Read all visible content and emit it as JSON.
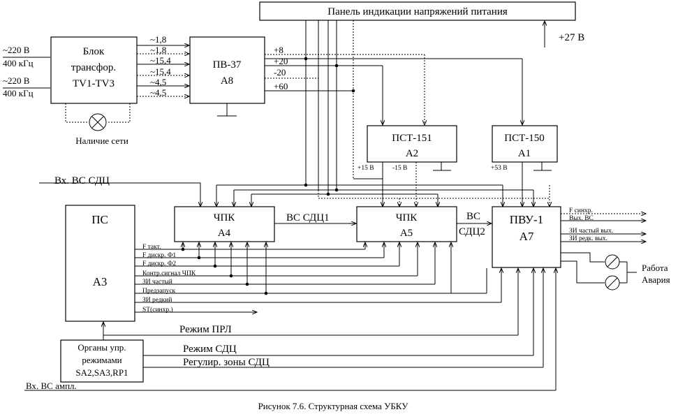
{
  "panel": {
    "title": "Панель индикации напряжений питания",
    "plus27": "+27 В"
  },
  "inputs": {
    "in1_v": "~220 В",
    "in1_f": "400 кГц",
    "in2_v": "~220 В",
    "in2_f": "400 кГц"
  },
  "transformer": {
    "l1": "Блок",
    "l2": "трансфор.",
    "l3": "TV1-TV3"
  },
  "lamp_label": "Наличие сети",
  "tv_outputs": [
    "~1,8",
    "~1,8",
    "~15,4",
    "~15,4",
    "~4,5",
    "~4,5"
  ],
  "pv37": {
    "name": "ПВ-37",
    "code": "А8",
    "outputs": [
      "+8",
      "+20",
      "-20",
      "+60"
    ]
  },
  "pst151": {
    "name": "ПСТ-151",
    "code": "А2",
    "p15": "+15 В",
    "m15": "-15 В"
  },
  "pst150": {
    "name": "ПСТ-150",
    "code": "А1",
    "p53": "+53 В"
  },
  "vx_vs_sdc": "Вх. ВС СДЦ",
  "ps": {
    "name": "ПС",
    "code": "А3"
  },
  "chpk4": {
    "name": "ЧПК",
    "code": "А4"
  },
  "chpk5": {
    "name": "ЧПК",
    "code": "А5"
  },
  "pvu": {
    "name": "ПВУ-1",
    "code": "А7"
  },
  "vs_sdc1": "ВС СДЦ1",
  "vs_sdc2_a": "ВС",
  "vs_sdc2_b": "СДЦ2",
  "ps_signals": [
    "F такт.",
    "F дискр. Ф1",
    "F дискр. Ф2",
    "Контр.сигнал ЧПК",
    "ЗИ частый",
    "Предзапуск",
    "ЗИ редкий",
    "SТ(синхр.)"
  ],
  "pvu_outputs": [
    "F синхр.",
    "Вых. ВС",
    "ЗИ частый вых.",
    "ЗИ редк. вых."
  ],
  "rabota": "Работа",
  "avariya": "Авария",
  "rezhim_prl": "Режим ПРЛ",
  "organy": {
    "l1": "Органы упр.",
    "l2": "режимами",
    "l3": "SA2,SA3,RP1"
  },
  "rezhim_sdc": "Режим СДЦ",
  "regulir": "Регулир. зоны СДЦ",
  "vx_amp": "Вх. ВС ампл.",
  "caption": "Рисунок 7.6. Структурная схема УБКУ"
}
